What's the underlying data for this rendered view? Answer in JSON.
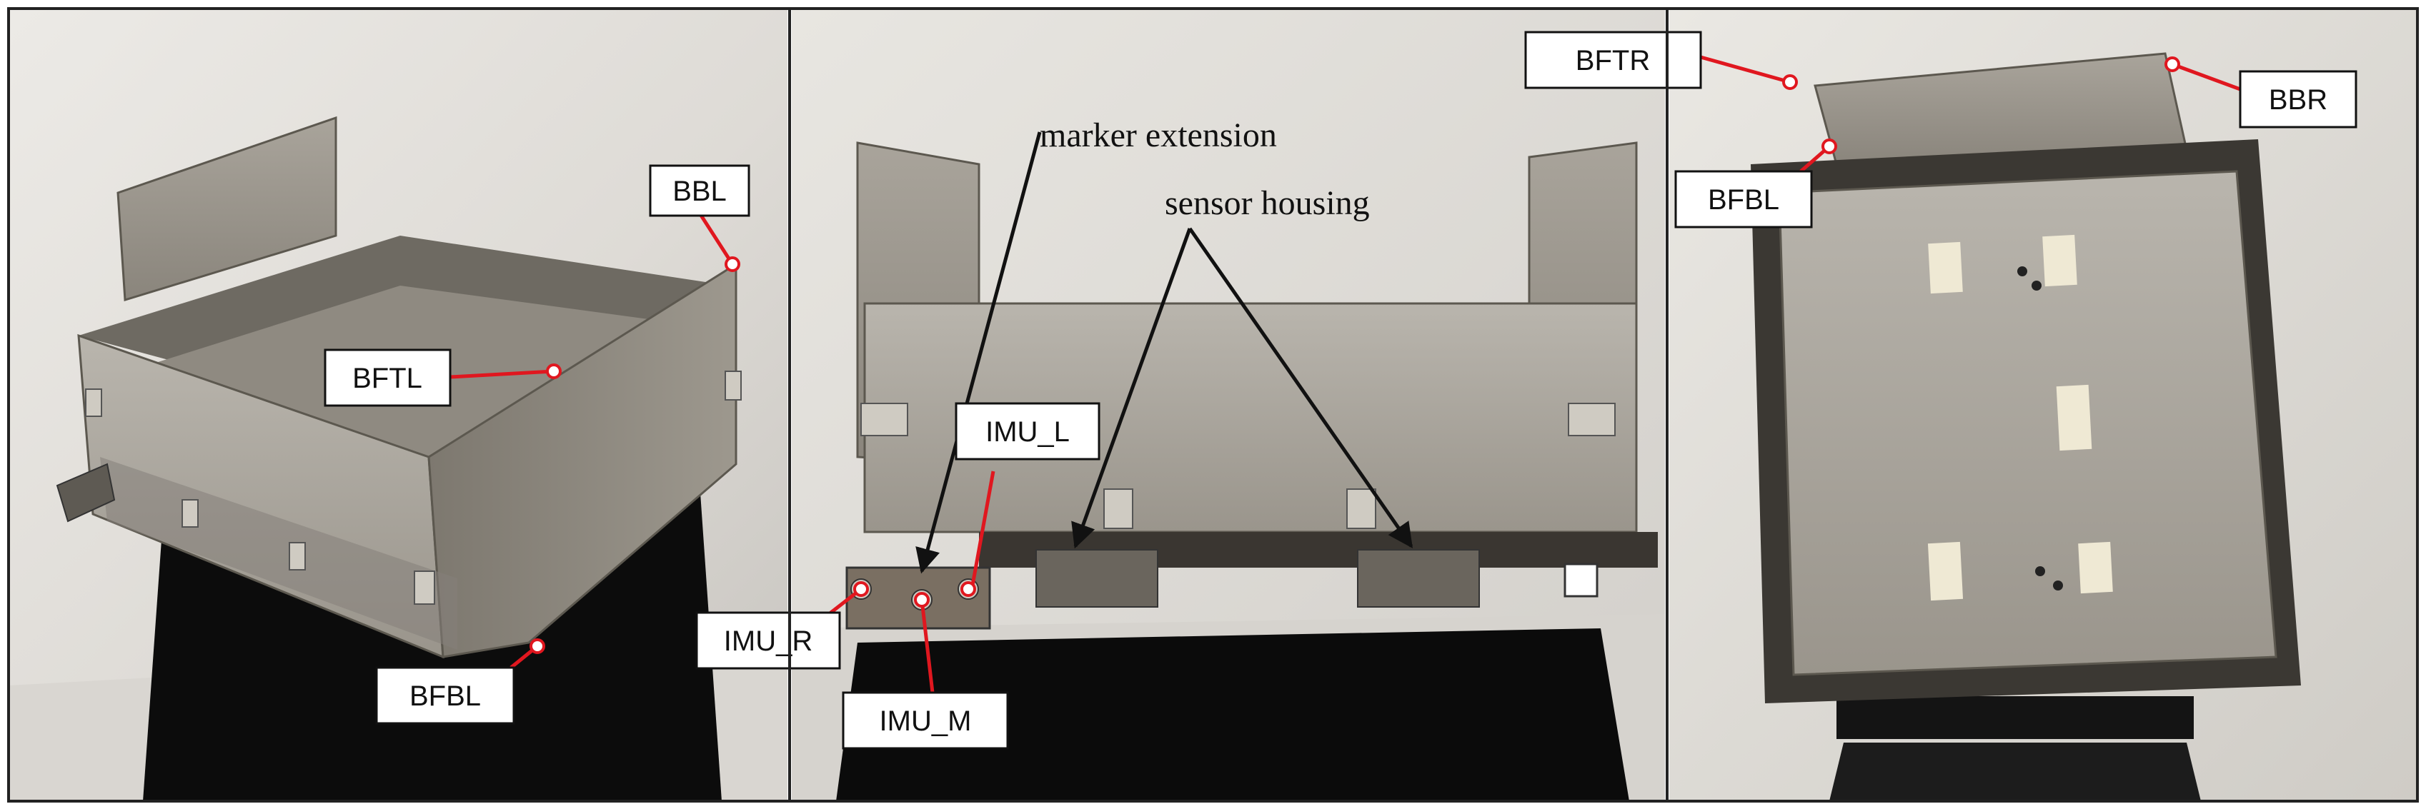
{
  "figure": {
    "panels": [
      {
        "id": "left-photo",
        "labels": [
          "BBL",
          "BFTL",
          "BFBL"
        ]
      },
      {
        "id": "middle-photo",
        "labels": [
          "IMU_L",
          "IMU_R",
          "IMU_M"
        ],
        "annotations": [
          "marker extension",
          "sensor housing"
        ]
      },
      {
        "id": "right-photo",
        "labels": [
          "BFTR",
          "BBR",
          "BFBL"
        ]
      }
    ],
    "label_line_color": "#e0171f",
    "marker_fill": "#ffffff"
  }
}
